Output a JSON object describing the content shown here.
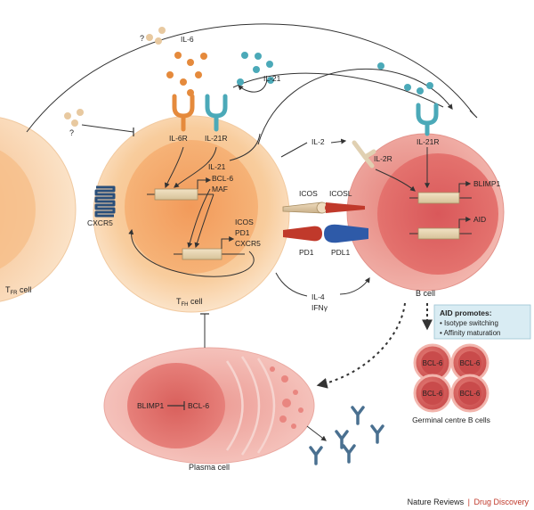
{
  "cells": {
    "tfr": "T",
    "tfr_sub": "FR",
    "tfr_suffix": " cell",
    "tfh": "T",
    "tfh_sub": "FH",
    "tfh_suffix": " cell",
    "bcell": "B cell",
    "plasma": "Plasma cell",
    "germinal": "Germinal centre B cells"
  },
  "molecules": {
    "il6": "IL-6",
    "il21_top": "IL-21",
    "il6r": "IL-6R",
    "il21r_tfh": "IL-21R",
    "il21r_b": "IL-21R",
    "il21_inner": "IL-21",
    "bcl6_inner": "BCL-6",
    "maf": "MAF",
    "cxcr5_receptor": "CXCR5",
    "icos_inner": "ICOS",
    "pd1_inner": "PD1",
    "cxcr5_inner": "CXCR5",
    "icos": "ICOS",
    "icosl": "ICOSL",
    "pd1": "PD1",
    "pdl1": "PDL1",
    "il2": "IL-2",
    "il2r": "IL-2R",
    "il4": "IL-4",
    "ifng": "IFNγ",
    "blimp1_b": "BLIMP1",
    "aid": "AID",
    "blimp1_plasma": "BLIMP1",
    "bcl6_plasma": "BCL-6",
    "question1": "?",
    "question2": "?"
  },
  "aid_box": {
    "title": "AID promotes:",
    "items": [
      "• Isotype switching",
      "• Affinity maturation"
    ]
  },
  "germinal_cells": [
    "BCL-6",
    "BCL-6",
    "BCL-6",
    "BCL-6"
  ],
  "credit": {
    "journal": "Nature Reviews",
    "separator": "|",
    "section": "Drug Discovery"
  },
  "colors": {
    "tfh_cell": "#f7c48f",
    "b_cell": "#e0706c",
    "plasma_cell": "#e8857f",
    "il6_orange": "#e58a3c",
    "il21_teal": "#4ba9b8",
    "ellipsis_dots": "#e8c9a0",
    "antibody_blue": "#4a7090",
    "aid_box_bg": "#d9ecf3"
  }
}
